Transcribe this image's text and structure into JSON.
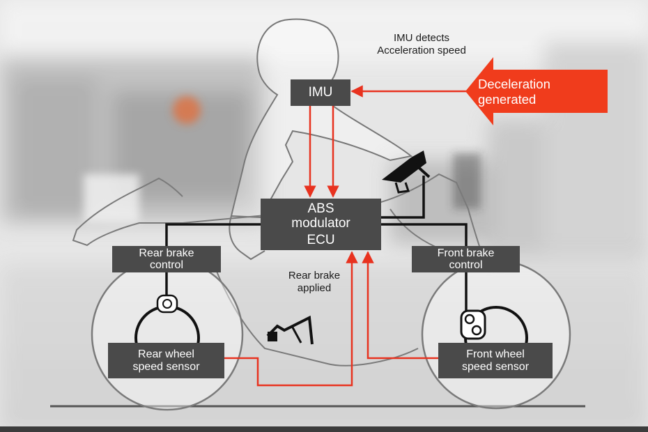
{
  "imu": {
    "label": "IMU"
  },
  "imu_detects": {
    "line1": "IMU detects",
    "line2": "Acceleration speed"
  },
  "deceleration": {
    "line1": "Deceleration",
    "line2": "generated"
  },
  "abs_modulator": {
    "line1": "ABS",
    "line2": "modulator",
    "line3": "ECU"
  },
  "rear_brake_control": {
    "line1": "Rear brake",
    "line2": "control"
  },
  "front_brake_control": {
    "line1": "Front brake",
    "line2": "control"
  },
  "rear_brake_applied": {
    "line1": "Rear brake",
    "line2": "applied"
  },
  "rear_wheel_sensor": {
    "line1": "Rear wheel",
    "line2": "speed sensor"
  },
  "front_wheel_sensor": {
    "line1": "Front wheel",
    "line2": "speed sensor"
  },
  "colors": {
    "box": "#4a4a4a",
    "signal_line": "#e8321f",
    "control_line": "#111111",
    "arrow": "#f03c1c",
    "outline": "#7a7a7a"
  }
}
